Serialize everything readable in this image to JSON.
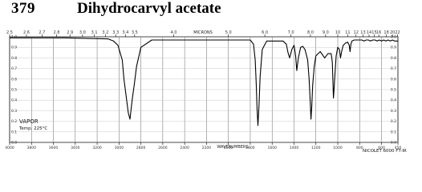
{
  "header": {
    "number": "379",
    "title": "Dihydrocarvyl acetate"
  },
  "chart_data": {
    "type": "line",
    "title": "Dihydrocarvyl acetate",
    "xlabel": "WAVENUMBERS",
    "ylabel": "",
    "x_top_label": "MICRONS",
    "xlim": [
      4000,
      450
    ],
    "ylim": [
      0,
      1
    ],
    "sample_state": "VAPOR",
    "temperature": "Temp. 225°C",
    "instrument": "NICOLET 6000 FT-IR",
    "x_bottom_ticks": [
      "4000",
      "3800",
      "3600",
      "3400",
      "3200",
      "3000",
      "2800",
      "2600",
      "2400",
      "2200",
      "2000",
      "1800",
      "1600",
      "1400",
      "1200",
      "1000",
      "800",
      "600",
      "450"
    ],
    "x_top_ticks": [
      "2.5",
      "2.6",
      "2.7",
      "2.8",
      "2.9",
      "3.0",
      "3.1",
      "3.2",
      "3.3",
      "3.4",
      "3.5",
      "4.0",
      "5.0",
      "6.0",
      "7.0",
      "8.0",
      "9.0",
      "10",
      "11",
      "12",
      "13",
      "14",
      "15",
      "16",
      "18",
      "20",
      "22"
    ],
    "y_ticks": [
      "1.0",
      "0.9",
      "0.8",
      "0.7",
      "0.6",
      "0.5",
      "0.4",
      "0.3",
      "0.2",
      "0.1",
      "0.0"
    ],
    "series": [
      {
        "x": [
          4000,
          3500,
          3100,
          3050,
          3010,
          2990,
          2970,
          2955,
          2935,
          2915,
          2900,
          2880,
          2860,
          2840,
          2800,
          2700,
          2200,
          1800,
          1770,
          1755,
          1745,
          1738,
          1730,
          1720,
          1710,
          1690,
          1650,
          1500,
          1470,
          1455,
          1440,
          1420,
          1400,
          1385,
          1375,
          1360,
          1340,
          1320,
          1300,
          1275,
          1262,
          1252,
          1245,
          1238,
          1230,
          1215,
          1200,
          1180,
          1160,
          1140,
          1120,
          1090,
          1060,
          1050,
          1045,
          1040,
          1035,
          1025,
          1015,
          1000,
          985,
          975,
          965,
          950,
          930,
          910,
          895,
          888,
          880,
          870,
          850,
          820,
          800,
          780,
          760,
          740,
          720,
          700,
          680,
          660,
          640,
          620,
          600,
          580,
          560,
          540,
          520,
          500,
          480,
          460,
          450
        ],
        "y": [
          0.99,
          0.99,
          0.98,
          0.96,
          0.92,
          0.85,
          0.78,
          0.6,
          0.44,
          0.28,
          0.22,
          0.4,
          0.55,
          0.72,
          0.9,
          0.97,
          0.97,
          0.97,
          0.93,
          0.78,
          0.55,
          0.32,
          0.16,
          0.36,
          0.62,
          0.88,
          0.96,
          0.96,
          0.93,
          0.85,
          0.8,
          0.88,
          0.92,
          0.82,
          0.68,
          0.8,
          0.9,
          0.91,
          0.88,
          0.78,
          0.6,
          0.38,
          0.22,
          0.34,
          0.54,
          0.72,
          0.82,
          0.84,
          0.86,
          0.83,
          0.8,
          0.84,
          0.84,
          0.76,
          0.6,
          0.42,
          0.48,
          0.66,
          0.82,
          0.9,
          0.88,
          0.8,
          0.86,
          0.92,
          0.94,
          0.95,
          0.92,
          0.86,
          0.93,
          0.96,
          0.97,
          0.97,
          0.97,
          0.97,
          0.96,
          0.97,
          0.97,
          0.96,
          0.97,
          0.97,
          0.96,
          0.97,
          0.96,
          0.97,
          0.96,
          0.97,
          0.96,
          0.97,
          0.96,
          0.96,
          0.96
        ]
      }
    ]
  }
}
